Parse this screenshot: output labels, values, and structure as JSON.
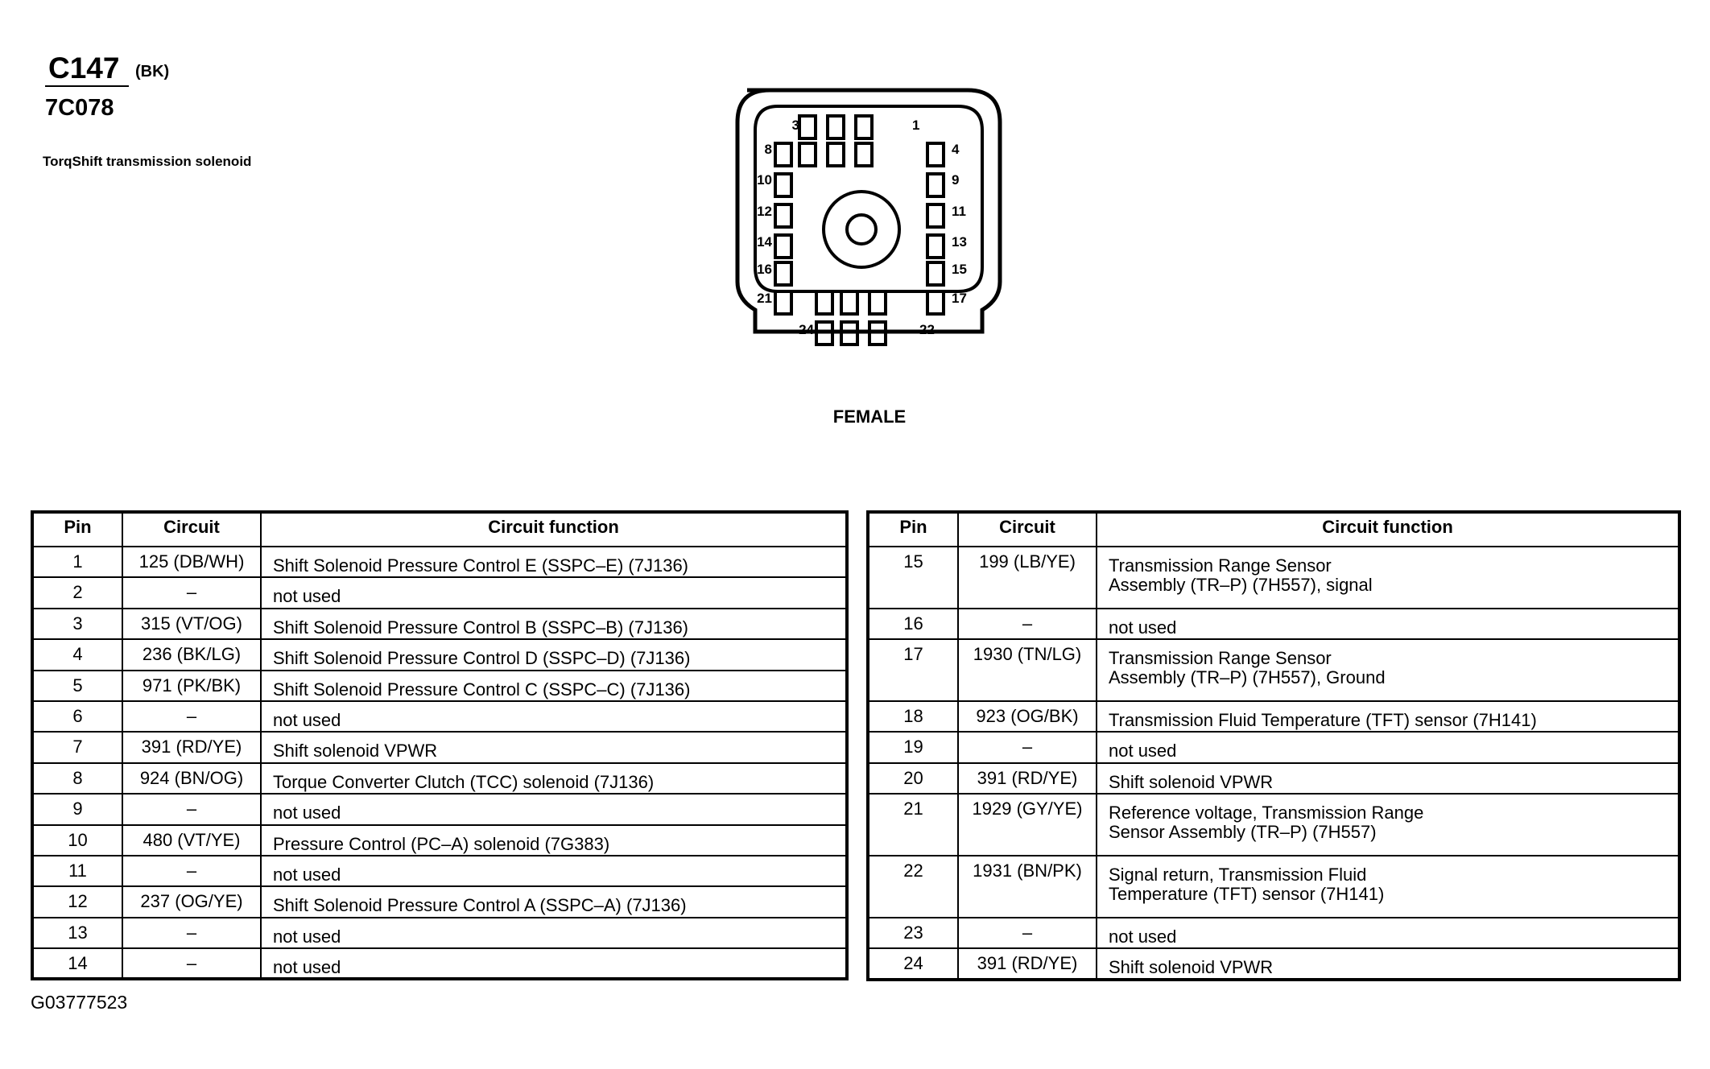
{
  "header": {
    "connector_code": "C147",
    "wire_color": "(BK)",
    "part_number": "7C078",
    "description": "TorqShift transmission solenoid"
  },
  "connector": {
    "gender": "FEMALE",
    "pin_labels": [
      "3",
      "1",
      "8",
      "4",
      "10",
      "9",
      "12",
      "11",
      "14",
      "13",
      "16",
      "15",
      "21",
      "17",
      "24",
      "22"
    ]
  },
  "table_headers": {
    "pin": "Pin",
    "circuit": "Circuit",
    "function": "Circuit function"
  },
  "left_rows": [
    {
      "pin": "1",
      "circuit": "125 (DB/WH)",
      "function": "Shift Solenoid Pressure Control E (SSPC–E) (7J136)"
    },
    {
      "pin": "2",
      "circuit": "–",
      "function": "not used"
    },
    {
      "pin": "3",
      "circuit": "315 (VT/OG)",
      "function": "Shift Solenoid Pressure Control B (SSPC–B) (7J136)"
    },
    {
      "pin": "4",
      "circuit": "236 (BK/LG)",
      "function": "Shift Solenoid Pressure Control D (SSPC–D) (7J136)"
    },
    {
      "pin": "5",
      "circuit": "971 (PK/BK)",
      "function": "Shift Solenoid Pressure Control C (SSPC–C) (7J136)"
    },
    {
      "pin": "6",
      "circuit": "–",
      "function": "not used"
    },
    {
      "pin": "7",
      "circuit": "391 (RD/YE)",
      "function": "Shift solenoid VPWR"
    },
    {
      "pin": "8",
      "circuit": "924 (BN/OG)",
      "function": "Torque Converter Clutch (TCC) solenoid (7J136)"
    },
    {
      "pin": "9",
      "circuit": "–",
      "function": "not used"
    },
    {
      "pin": "10",
      "circuit": "480 (VT/YE)",
      "function": "Pressure Control (PC–A) solenoid (7G383)"
    },
    {
      "pin": "11",
      "circuit": "–",
      "function": "not used"
    },
    {
      "pin": "12",
      "circuit": "237 (OG/YE)",
      "function": "Shift Solenoid Pressure Control A (SSPC–A) (7J136)"
    },
    {
      "pin": "13",
      "circuit": "–",
      "function": "not used"
    },
    {
      "pin": "14",
      "circuit": "–",
      "function": "not used"
    }
  ],
  "right_rows": [
    {
      "pin": "15",
      "circuit": "199 (LB/YE)",
      "function": "Transmission Range Sensor\nAssembly (TR–P) (7H557), signal",
      "tall": true
    },
    {
      "pin": "16",
      "circuit": "–",
      "function": "not used",
      "tall": false
    },
    {
      "pin": "17",
      "circuit": "1930 (TN/LG)",
      "function": "Transmission Range Sensor\nAssembly (TR–P) (7H557), Ground",
      "tall": true
    },
    {
      "pin": "18",
      "circuit": "923 (OG/BK)",
      "function": "Transmission Fluid Temperature (TFT) sensor (7H141)",
      "tall": false
    },
    {
      "pin": "19",
      "circuit": "–",
      "function": "not used",
      "tall": false
    },
    {
      "pin": "20",
      "circuit": "391 (RD/YE)",
      "function": "Shift solenoid VPWR",
      "tall": false
    },
    {
      "pin": "21",
      "circuit": "1929 (GY/YE)",
      "function": "Reference voltage, Transmission Range\nSensor Assembly (TR–P) (7H557)",
      "tall": true
    },
    {
      "pin": "22",
      "circuit": "1931 (BN/PK)",
      "function": "Signal return, Transmission Fluid\nTemperature (TFT) sensor (7H141)",
      "tall": true
    },
    {
      "pin": "23",
      "circuit": "–",
      "function": "not used",
      "tall": false
    },
    {
      "pin": "24",
      "circuit": "391 (RD/YE)",
      "function": "Shift solenoid VPWR",
      "tall": false
    }
  ],
  "footer": {
    "figure_id": "G03777523"
  }
}
